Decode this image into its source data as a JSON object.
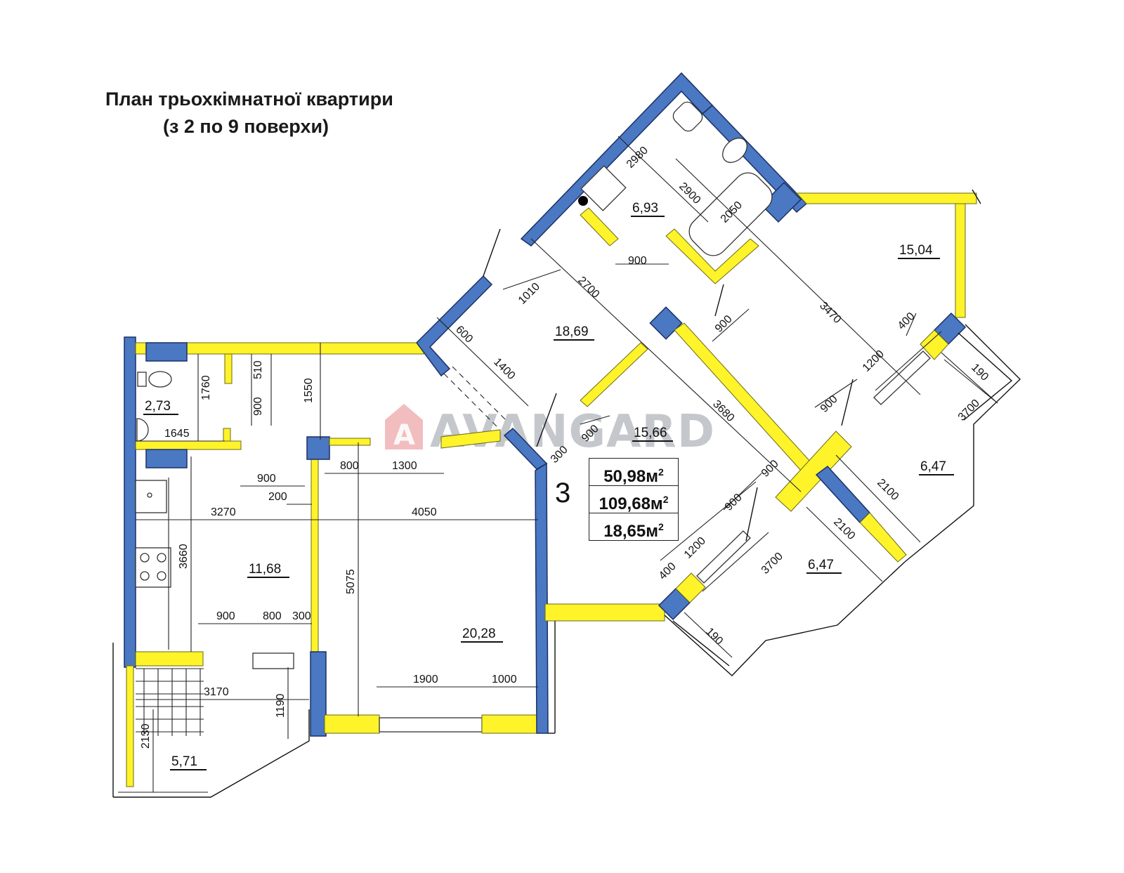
{
  "title": {
    "line1": "План трьохкімнатної квартири",
    "line2": "(з 2 по 9 поверхи)"
  },
  "watermark": "AVANGARD",
  "apartment_number": "3",
  "summary": {
    "living_area": "50,98м",
    "total_area": "109,68м",
    "kitchen_area": "18,65м",
    "unit_superscript": "2"
  },
  "rooms": [
    {
      "id": "bathroom-small",
      "area": "2,73"
    },
    {
      "id": "kitchen",
      "area": "11,68"
    },
    {
      "id": "balcony-left",
      "area": "5,71"
    },
    {
      "id": "living-room",
      "area": "20,28"
    },
    {
      "id": "hall",
      "area": "18,69"
    },
    {
      "id": "corridor",
      "area": "15,66"
    },
    {
      "id": "bathroom-large",
      "area": "6,93"
    },
    {
      "id": "bedroom-1",
      "area": "15,04"
    },
    {
      "id": "balcony-right-top",
      "area": "6,47"
    },
    {
      "id": "balcony-right-bottom",
      "area": "6,47"
    }
  ],
  "dimensions": {
    "d1760": "1760",
    "d510": "510",
    "d900a": "900",
    "d1550": "1550",
    "d1645": "1645",
    "d900b": "900",
    "d200": "200",
    "d800a": "800",
    "d1300": "1300",
    "d3270": "3270",
    "d4050": "4050",
    "d3660": "3660",
    "d5075": "5075",
    "d900c": "900",
    "d800b": "800",
    "d300": "300",
    "d3170": "3170",
    "d1190": "1190",
    "d2130": "2130",
    "d1900": "1900",
    "d1000": "1000",
    "d600": "600",
    "d1400": "1400",
    "d1010": "1010",
    "d2700": "2700",
    "d2980": "2980",
    "d2900": "2900",
    "d2050": "2050",
    "d900d": "900",
    "d900e": "900",
    "d3470": "3470",
    "d3680": "3680",
    "d900f": "900",
    "d900g": "900",
    "d300b": "300",
    "d900h": "900",
    "d900i": "900",
    "d1200a": "1200",
    "d400a": "400",
    "d1200b": "1200",
    "d400b": "400",
    "d3700a": "3700",
    "d3700b": "3700",
    "d190a": "190",
    "d190b": "190",
    "d2100a": "2100",
    "d2100b": "2100"
  }
}
